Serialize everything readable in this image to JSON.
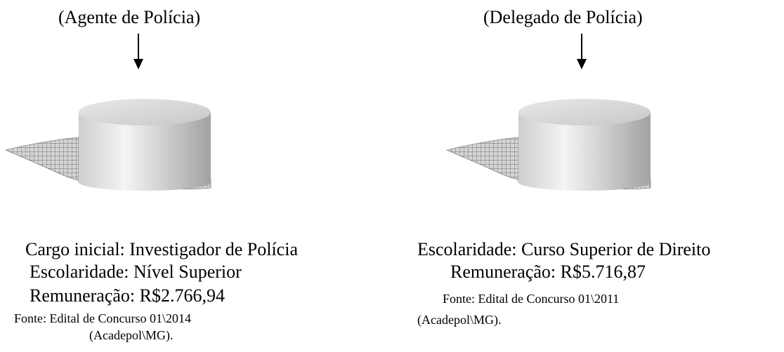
{
  "left": {
    "title": "(Agente de Polícia)",
    "line1": "Cargo inicial: Investigador de Polícia",
    "line2": "Escolaridade: Nível Superior",
    "line3": "Remuneração: R$2.766,94",
    "source1": "Fonte: Edital de Concurso 01\\2014",
    "source2": "(Acadepol\\MG)."
  },
  "right": {
    "title": "(Delegado de Polícia)",
    "line1": "Escolaridade: Curso Superior de Direito",
    "line2": "Remuneração: R$5.716,87",
    "source1": "Fonte: Edital de Concurso 01\\2011",
    "source2": "(Acadepol\\MG)."
  },
  "colors": {
    "cylinder_top": "#dcdcdc",
    "cylinder_side_light": "#f2f2f2",
    "cylinder_side_dark": "#9a9a9a",
    "shadow_grid": "#7a7a7a"
  }
}
